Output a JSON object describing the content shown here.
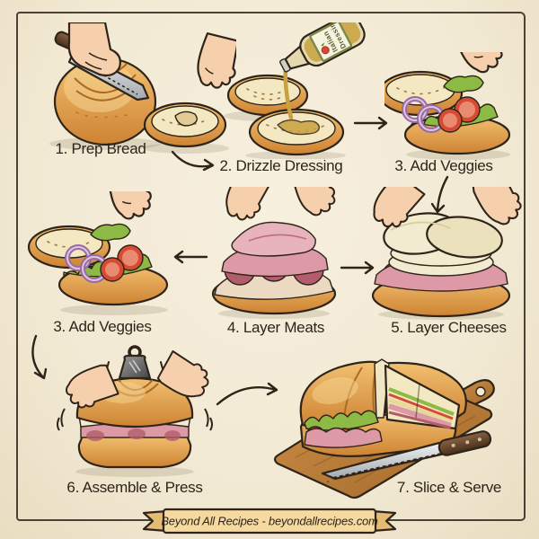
{
  "steps": [
    {
      "label": "1. Prep Bread"
    },
    {
      "label": "2. Drizzle Dressing"
    },
    {
      "label": "3. Add Veggies"
    },
    {
      "label": "3. Add Veggies"
    },
    {
      "label": "4. Layer Meats"
    },
    {
      "label": "5. Layer Cheeses"
    },
    {
      "label": "6. Assemble & Press"
    },
    {
      "label": "7. Slice & Serve"
    }
  ],
  "bottle": {
    "line1": "Italian",
    "line2": "Dressing"
  },
  "banner": {
    "text": "Beyond All Recipes - beyondallrecipes.com"
  },
  "colors": {
    "paper": "#f2e9d3",
    "paperLight": "#f7f0de",
    "paperDark": "#e9ddc1",
    "ink": "#2e2419",
    "crustDark": "#a96a24",
    "crustLight": "#f6d392",
    "crumb": "#f4e8c2",
    "crumbDot": "#9a7a47",
    "lettuce": "#8cba45",
    "lettuceDark": "#5d8a27",
    "tomato": "#d84b33",
    "tomatoDark": "#a33122",
    "tomatoLight": "#e98a72",
    "onion": "#9a6aa4",
    "onionLight": "#ddc6e0",
    "ham": "#dd9aa6",
    "hamDark": "#bb6d7e",
    "salami": "#b25c6c",
    "turkey": "#ecd9c2",
    "turkeyDark": "#bf9d7e",
    "cheese": "#f2ebcf",
    "cheeseShade": "#d9cc9d",
    "skin": "#f6cfac",
    "ribbon": "#f5d99f",
    "ribbonFold": "#e3bb73",
    "dressing": "#c9a13e",
    "glass": "#e4d9ae",
    "labelGreen": "#5a6430",
    "labelEdge": "#7a8a4a",
    "boardDark": "#8d5a24"
  }
}
